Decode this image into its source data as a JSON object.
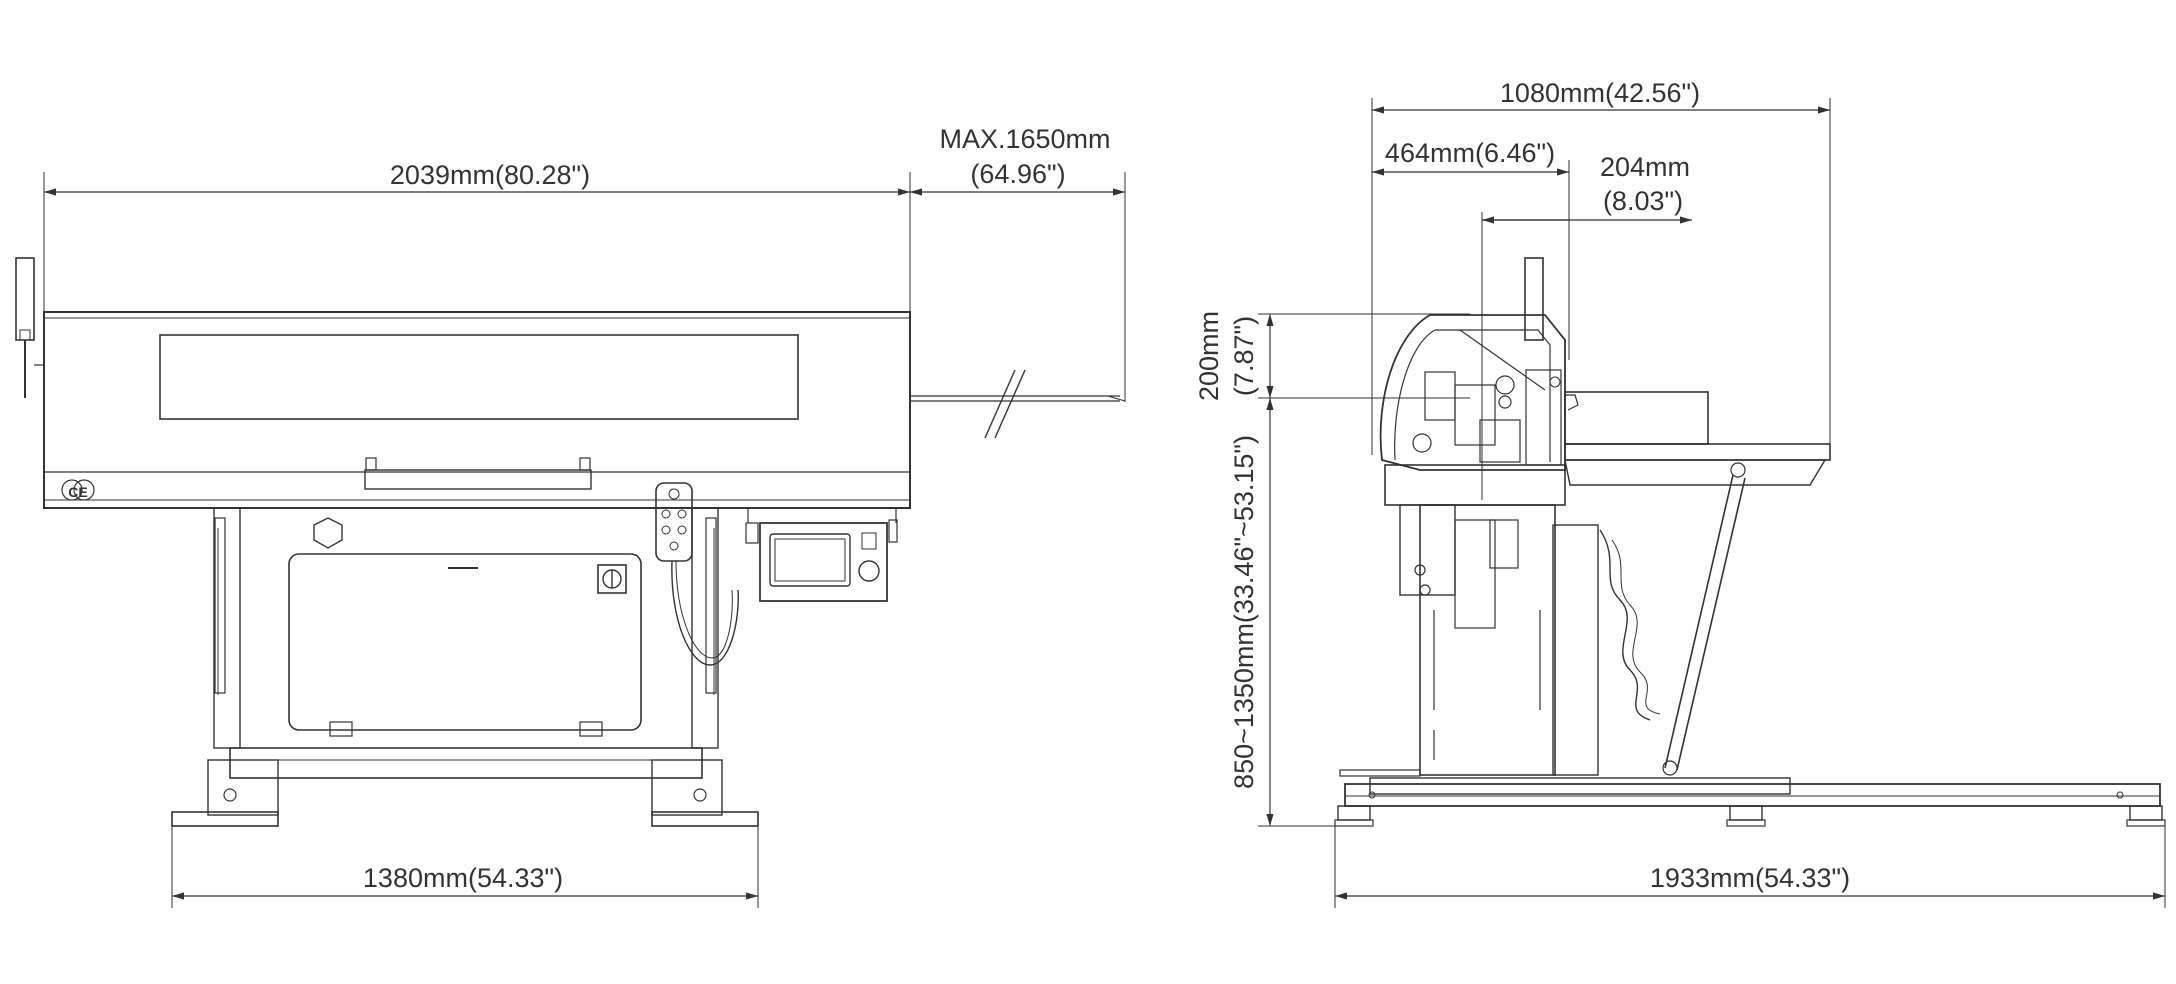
{
  "front_view": {
    "overall_length": "2039mm(80.28\")",
    "max_extension_line1": "MAX.1650mm",
    "max_extension_line2": "(64.96\")",
    "base_width": "1380mm(54.33\")",
    "ce_mark": "CE"
  },
  "side_view": {
    "overall_depth": "1080mm(42.56\")",
    "dim_464": "464mm(6.46\")",
    "dim_204_line1": "204mm",
    "dim_204_line2": "(8.03\")",
    "dim_200_line1": "200mm",
    "dim_200_line2": "(7.87\")",
    "height_range": "850~1350mm(33.46\"~53.15\")",
    "base_length": "1933mm(54.33\")"
  },
  "colors": {
    "line": "#333333",
    "background": "#ffffff"
  }
}
